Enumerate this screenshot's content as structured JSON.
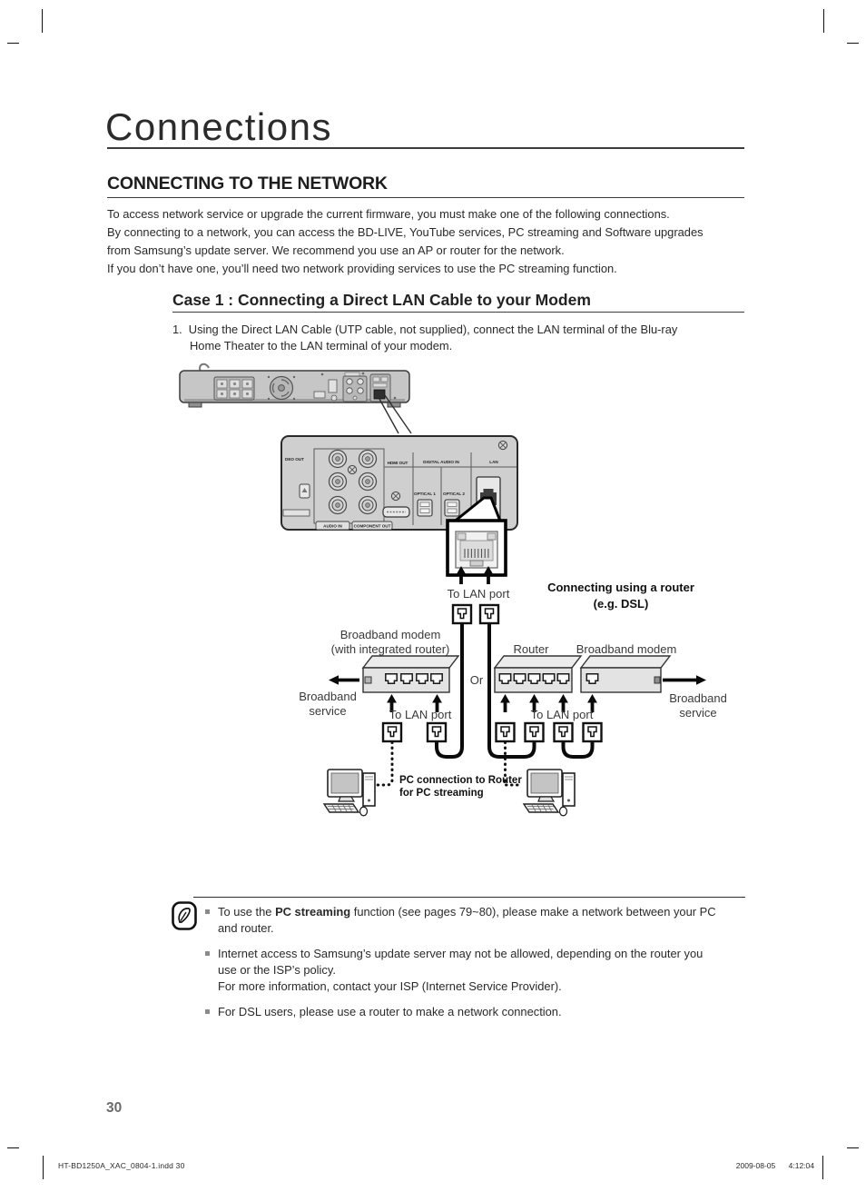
{
  "header": {
    "title": "Connections"
  },
  "section": {
    "heading": "CONNECTING TO THE NETWORK"
  },
  "intro": {
    "p1": "To access network service or upgrade the current firmware, you must make one of the following connections.",
    "p2a": "By connecting to a network, you can access the BD-LIVE, YouTube services, PC streaming and Software upgrades",
    "p2b": "from Samsung’s update server. We recommend you use an AP or router for the network.",
    "p3": "If you don’t have one, you’ll need two network providing services to use the PC streaming function."
  },
  "case1": {
    "heading": "Case 1 : Connecting a Direct LAN Cable to your Modem",
    "step_number": "1.",
    "step_line1": "Using the Direct LAN Cable (UTP cable, not supplied), connect the LAN terminal of the Blu-ray",
    "step_line2": "Home Theater to the LAN terminal of your modem."
  },
  "diagram": {
    "to_lan_port": "To LAN port",
    "connecting_router_1": "Connecting using a router",
    "connecting_router_2": "(e.g. DSL)",
    "modem_label_1": "Broadband modem",
    "modem_label_2": "(with integrated router)",
    "router_label": "Router",
    "broadband_modem_label": "Broadband modem",
    "or": "Or",
    "broadband": "Broadband",
    "service": "service",
    "pc_conn_1": "PC connection to Router",
    "pc_conn_2": "for PC streaming",
    "panel": {
      "video_out": "DEO OUT",
      "hdmi_out": "HDMI OUT",
      "digital_audio_in": "DIGITAL AUDIO IN",
      "lan": "LAN",
      "optical_1": "OPTICAL 1",
      "optical_2": "OPTICAL 2",
      "audio_in": "AUDIO IN",
      "component_out": "COMPONENT OUT"
    }
  },
  "notes": {
    "n1_pre": "To use the ",
    "n1_bold": "PC streaming",
    "n1_post": " function (see pages 79~80), please make a network between your PC",
    "n1_line2": "and router.",
    "n2_line1": "Internet access to Samsung’s update server may not be allowed, depending on the router you",
    "n2_line2": "use or the ISP’s policy.",
    "n2_line3": "For more information, contact your ISP (Internet Service Provider).",
    "n3": "For DSL users, please use a router to make a network connection."
  },
  "footer": {
    "page_number": "30",
    "left": "HT-BD1250A_XAC_0804-1.indd   30",
    "date": "2009-08-05",
    "time": "4:12:04"
  }
}
